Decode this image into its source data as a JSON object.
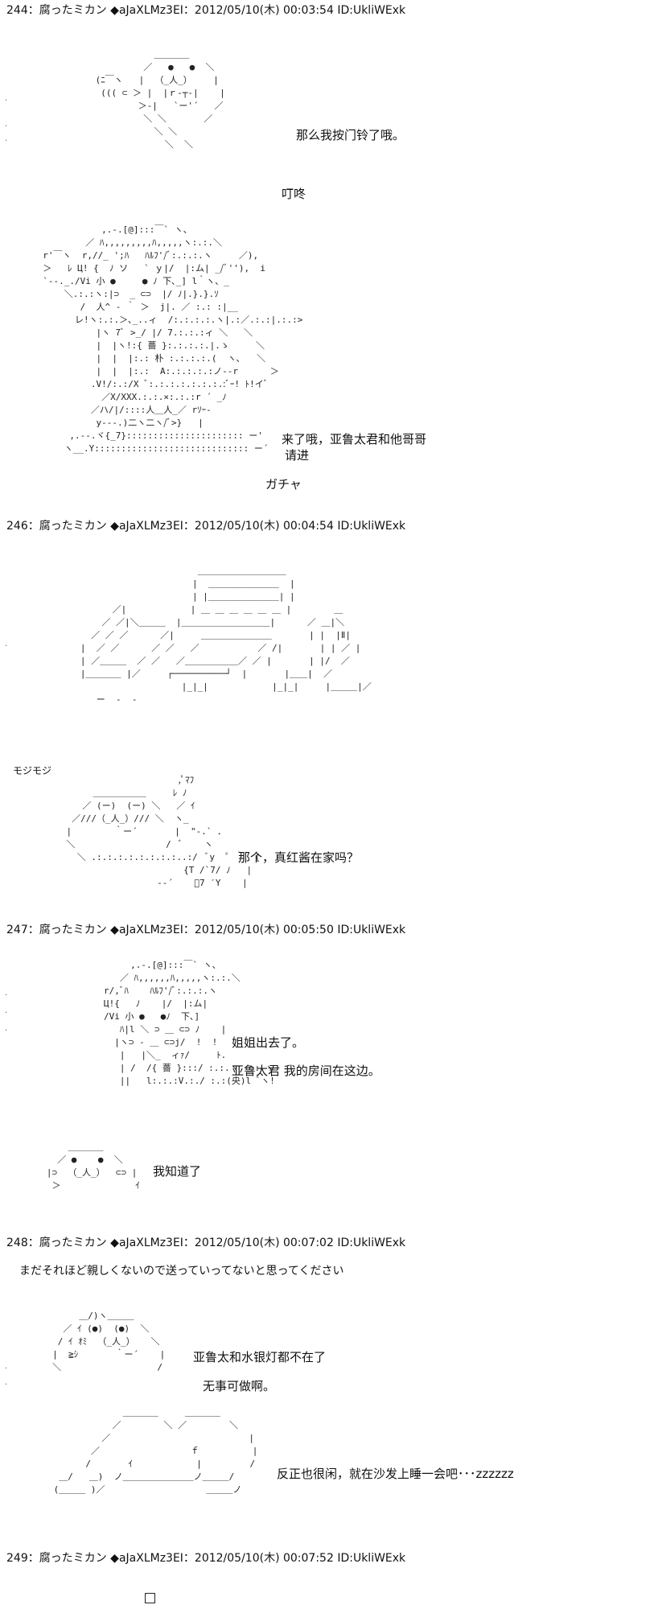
{
  "posts": [
    {
      "header": "244：腐ったミカン ◆aJaXLMz3EI：2012/05/10(木) 00:03:54 ID:UkliWExk",
      "lines": [
        "那么我按门铃了哦。",
        "叮咚",
        "来了哦，亚鲁太君和他哥哥",
        "请进",
        "ガチャ"
      ]
    },
    {
      "header": "246：腐ったミカン ◆aJaXLMz3EI：2012/05/10(木) 00:04:54 ID:UkliWExk",
      "lines": [
        "モジモジ",
        "那个，真红酱在家吗？"
      ]
    },
    {
      "header": "247：腐ったミカン ◆aJaXLMz3EI：2012/05/10(木) 00:05:50 ID:UkliWExk",
      "lines": [
        "姐姐出去了。",
        "亚鲁太君 我的房间在这边。",
        "我知道了"
      ]
    },
    {
      "header": "248：腐ったミカン ◆aJaXLMz3EI：2012/05/10(木) 00:07:02 ID:UkliWExk",
      "lines": [
        "まだそれほど親しくないので送っていってないと思ってください",
        "亚鲁太和水银灯都不在了",
        "无事可做啊。",
        "反正也很闲，就在沙发上睡一会吧･･･zzzzzz"
      ]
    },
    {
      "header": "249：腐ったミカン ◆aJaXLMz3EI：2012/05/10(木) 00:07:52 ID:UkliWExk",
      "lines": []
    }
  ],
  "art": {
    "a1": "            ＿＿＿＿\n          ／   ●   ●  ＼\n (ﾆ￣ヽ   |  （_人_）    |\n  ((( ⊂ ＞ |  |ｒ‐┬‐|    |\n         ＞-|   `ー'´   ／\n          ＼ ＼       ／\n            ＼ ＼\n              ＼  ＼",
    "a2": "             ,.-.[@]:::￣` ヽ、\n          ／ ﾊ,,,,,,,,,ﾊ,,,,,ヽ:.:.＼\n  r'￣ヽ  r,//_ ';ﾊ   ﾊﾙﾌ'/ﾞ:.:.:.ヽ     ／),\n  ＞   ﾚ Ц! {  ﾉ ソ   ` ｙ|/  |:ム| _/ﾞ''),  i\n  `‐-._./Vi 小 ●     ● ﾉ 下､_] l｀ヽ、_\n      ＼.:.:ヽ:|⊃  _ ⊂⊃  |/ ﾉ|.}.}.ｿ\n         /  人^ ‐ ｀ ＞  j|. ／ :.: :|__\n        レ!ヽ:.:.＞､_..ィ  /:.:.:.:.ヽ|.:／.:.:|.:.:>\n            |ヽ 7ﾞ >_/ |/ 7.:.:.:ィ ＼   ＼\n            |  |ヽ!:{ 薔 }:.:.:.:.|.ゝ     ＼\n            |  |  |:.: 朴 :.:.:.:.(  ヽ､   ＼\n            |  |  |:.:  A:.:.:.:.:ノ‐‐r      ＞\n           .V!/:.:/X ﾞ:.:.:.:.:.:.:.:ﾞｰ! ﾄ!イﾞ\n             ／X/XXX.:.:.×:.:.:r ´ _ﾉ\n           ／ハ/|/::::人＿人_／ rｿｰ-\n            y‐-‐.)二ヽ二ヽ/ﾞ>}   |\n       ,.‐-.ヾ{_7}:::::::::::::::::::::: ー'\n      ヽ__.Y::::::::::::::::::::::::::::: ー´",
    "a3": "                         ＿＿＿＿＿＿＿＿＿＿\n                        |  ＿＿＿＿＿＿＿＿  |\n                        | |＿＿＿＿＿＿＿＿| |\n         ／|            | ＿ ＿ ＿ ＿ ＿ ＿ |        ＿\n       ／ ／|＼＿＿＿  |＿＿＿＿＿＿＿＿＿＿|      ／ ＿|＼\n     ／ ／ ／      ／|     ＿＿＿＿＿＿＿＿       | |  |Ⅱ|\n   |  ／ ／      ／ ／   ／           ／ /|       | | ／ |\n   | ／＿＿＿  ／ ／   ／＿＿＿＿＿＿／ ／ |       | |/  ／\n   |＿＿＿＿ |／     ┌──────────┘  |       |＿＿|  ／\n                      |_|_|            |_|_|     |＿＿＿|／\n      ー  ‐  ‐",
    "a4": "                         ,ﾟﾏﾌ\n         ＿＿＿＿＿＿     ﾚ ﾉ\n       ／ (ー)  (ー) ＼   ／ ｲ\n     ／///（_人_）/// ＼  ヽ_\n    |        ｀ー´       |  \"‐.` ．\n    ＼                 /  ﾞ    ヽ\n      ＼ .:.:.:.:.:.:.:.:..:/  ﾞy  ﾟ ｀  {\n                          {T /`7/ ﾉ   |\n                     -‐´    ﾞ7 ′Y    |",
    "a5": "             ,.-.[@]:::￣` ヽ、\n           ／ ﾊ,,,,,,ﾊ,,,,,ヽ:.:.＼\n        r/,ﾞﾊ    ﾊﾙﾌ'/ﾞ:.:.:.ヽ\n        Ц!{   ﾉ    |/  |:ム|\n        /Vi 小 ●   ●ﾉ  下､]\n           ﾊ|l ＼ ⊃ ＿ ⊂⊃ ﾉ    |\n          |ヽ⊃ ‐ ＿ ⊂⊃j/  !  !\n           |   |＼_  ィｧ/     ﾄ.\n           | /  /{ 薔 }:::/ :.:.ヽ  ::‐ヽ\n           ||   l:.:.:V.:./ :.:(央)l ﾞヽ!",
    "a6": "       ＿＿＿＿\n     ／ ●    ●  ＼\n   |⊃  （_人_）  ⊂⊃ |\n    ＞              ｲ",
    "a7": "          ＿/)ヽ＿＿＿\n       ／ ｲ (●)  (●)  ＼\n      / ｲ ｵﾐ  （_人_）   ＼\n     |  ≧ｼ       ｀ー´    |\n     ＼                  /",
    "a8": "              ＿＿＿＿     ＿＿＿＿\n            ／        ＼ ／        ＼\n          ／                          |\n        ／                 ｆ          |\n       /       ｲ            |         /\n  ＿/   ＿)  ノ＿＿＿＿＿＿＿＿ノ＿＿＿/\n (＿＿＿ )／                   ＿＿＿ノ"
  }
}
